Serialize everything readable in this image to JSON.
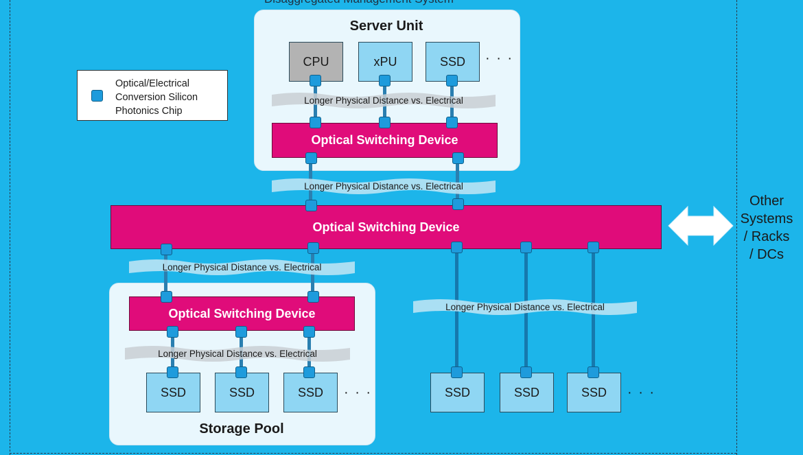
{
  "top_title": "Disaggregated Management System",
  "legend": {
    "text_line1": "Optical/Electrical",
    "text_line2": "Conversion Silicon",
    "text_line3": "Photonics Chip",
    "chip_icon": "silicon-photonics-chip-icon"
  },
  "server_unit": {
    "title": "Server Unit",
    "components": [
      "CPU",
      "xPU",
      "SSD"
    ],
    "more": "· · ·",
    "distance_label": "Longer Physical Distance vs. Electrical",
    "switch_label": "Optical Switching Device"
  },
  "upper_link_label": "Longer Physical Distance vs. Electrical",
  "main_switch_label": "Optical Switching Device",
  "other_systems": {
    "line1": "Other",
    "line2": "Systems",
    "line3": "/ Racks",
    "line4": "/ DCs",
    "arrow_icon": "double-arrow-icon"
  },
  "storage_pool": {
    "title": "Storage Pool",
    "upper_distance_label": "Longer Physical Distance vs. Electrical",
    "switch_label": "Optical Switching Device",
    "lower_distance_label": "Longer Physical Distance vs. Electrical",
    "ssds": [
      "SSD",
      "SSD",
      "SSD"
    ],
    "more": "· · ·"
  },
  "direct_ssds": {
    "distance_label": "Longer Physical Distance vs. Electrical",
    "ssds": [
      "SSD",
      "SSD",
      "SSD"
    ],
    "more": "· · ·"
  },
  "colors": {
    "background": "#1cb5ea",
    "switch": "#e00c7a",
    "chip": "#1e9bdc",
    "panel": "#e9f7fd",
    "cpu": "#b3b3b3",
    "storage_box": "#8fd6f3"
  }
}
